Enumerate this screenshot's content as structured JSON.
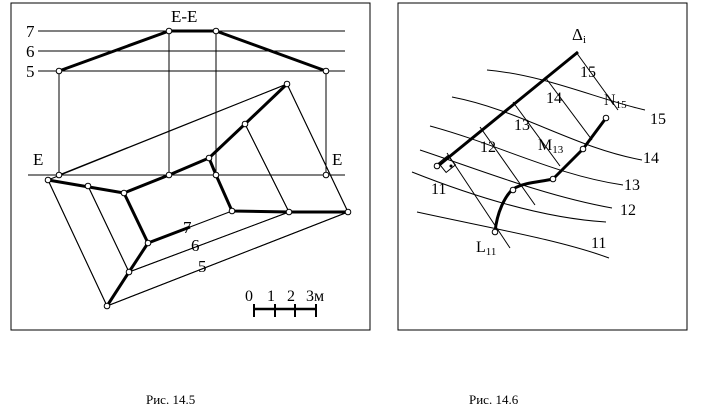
{
  "fig_14_5": {
    "section_label": "E-E",
    "level_7": "7",
    "level_6": "6",
    "level_5": "5",
    "label_e_left": "E",
    "label_e_right": "E",
    "contour_7": "7",
    "contour_6": "6",
    "contour_5": "5",
    "scale_0": "0",
    "scale_1": "1",
    "scale_2": "2",
    "scale_3": "3м",
    "caption": "Рис. 14.5"
  },
  "fig_14_6": {
    "delta_main": "Δ",
    "delta_sub": "i",
    "grad_15": "15",
    "grad_14": "14",
    "grad_13": "13",
    "grad_12": "12",
    "grad_11": "11",
    "n_main": "N",
    "n_sub": "15",
    "m_main": "M",
    "m_sub": "13",
    "l_main": "L",
    "l_sub": "11",
    "contour_15": "15",
    "contour_14": "14",
    "contour_13": "13",
    "contour_12": "12",
    "contour_11": "11",
    "caption": "Рис. 14.6"
  }
}
